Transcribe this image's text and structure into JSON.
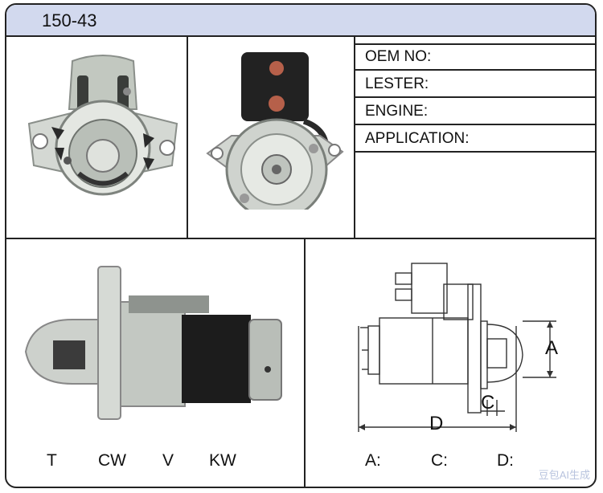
{
  "header": {
    "title": "150-43"
  },
  "specs": [
    {
      "label": "OEM NO:"
    },
    {
      "label": "LESTER:"
    },
    {
      "label": "ENGINE:"
    },
    {
      "label": "APPLICATION:"
    }
  ],
  "footer_left": [
    "T",
    "CW",
    "V",
    "KW"
  ],
  "footer_right": [
    "A:",
    "C:",
    "D:"
  ],
  "diagram": {
    "dim_a": "A",
    "dim_c": "C",
    "dim_d": "D"
  },
  "watermark": "豆包AI生成",
  "colors": {
    "header_bg": "#d2d9ee",
    "border": "#222222",
    "motor_black": "#1c1c1c",
    "aluminum": "#c9cec8"
  }
}
